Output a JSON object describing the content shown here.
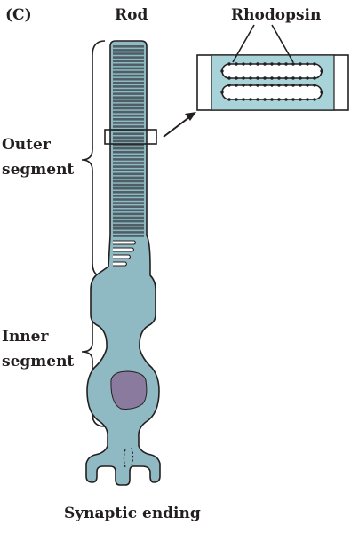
{
  "panel_label": "(C)",
  "cell_label": "Rod",
  "inset_label": "Rhodopsin",
  "outer_segment_label": [
    "Outer",
    "segment"
  ],
  "inner_segment_label": [
    "Inner",
    "segment"
  ],
  "synaptic_label": "Synaptic ending",
  "colors": {
    "cell_fill": "#8fb9c3",
    "disc_fill": "#4f5f66",
    "nucleus_fill": "#8a7a9e",
    "outline": "#231f20",
    "inset_fill": "#a8d3d9"
  }
}
